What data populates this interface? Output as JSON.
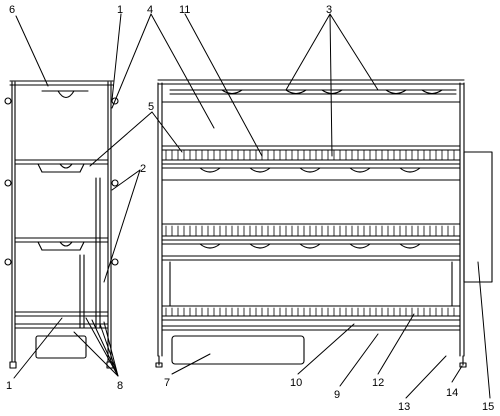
{
  "figure": {
    "callouts": [
      "1",
      "2",
      "3",
      "4",
      "5",
      "6",
      "7",
      "8",
      "9",
      "10",
      "11",
      "12",
      "13",
      "14",
      "15"
    ],
    "callouts_repeated": [
      "1"
    ]
  },
  "colors": {
    "ink": "#000000",
    "paper": "#ffffff"
  }
}
